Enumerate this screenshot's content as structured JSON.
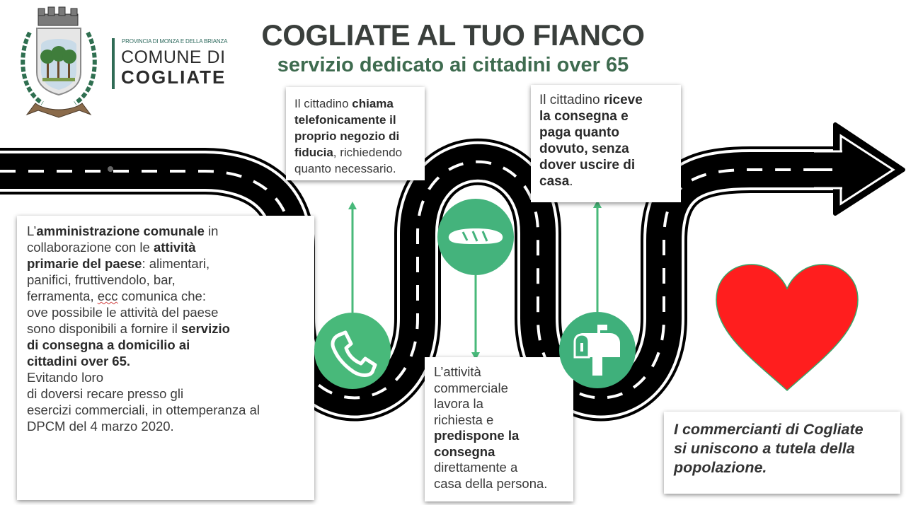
{
  "header": {
    "title": "COGLIATE AL TUO FIANCO",
    "subtitle": "servizio dedicato ai cittadini over 65"
  },
  "logo": {
    "province": "PROVINCIA DI MONZA E DELLA BRIANZA",
    "comune": "COMUNE DI",
    "city": "COGLIATE"
  },
  "cards": {
    "left": {
      "l1a": "L’",
      "l1b": "amministrazione comunale",
      "l1c": " in",
      "l2a": "collaborazione con le ",
      "l2b": "attività",
      "l3a": "primarie del paese",
      "l3b": ": alimentari,",
      "l4": "panifici, fruttivendolo, bar,",
      "l5a": "ferramenta, ",
      "l5b": "ecc",
      "l5c": " comunica che:",
      "l6": "ove possibile le attività del paese",
      "l7a": "sono disponibili a fornire il ",
      "l7b": "servizio",
      "l8": "di consegna a domicilio ai",
      "l9": "cittadini over 65.",
      "l10": "Evitando loro",
      "l11": "di doversi recare presso gli",
      "l12": "esercizi commerciali, in ottemperanza al",
      "l13": "DPCM del 4 marzo 2020."
    },
    "top": {
      "l1a": "Il cittadino ",
      "l1b": "chiama",
      "l2": "telefonicamente il",
      "l3": "proprio negozio di",
      "l4a": "fiducia",
      "l4b": ", richiedendo",
      "l5": "quanto necessario."
    },
    "top_right": {
      "l1a": "Il cittadino ",
      "l1b": "riceve",
      "l2": "la consegna e",
      "l3": "paga quanto",
      "l4": "dovuto, senza",
      "l5": "dover uscire di",
      "l6a": "casa",
      "l6b": "."
    },
    "bottom": {
      "l1": "L’attività",
      "l2": "commerciale",
      "l3": "lavora la",
      "l4": "richiesta e",
      "l5": "predispone la",
      "l6": "consegna",
      "l7": "direttamente a",
      "l8": "casa della persona."
    },
    "right": {
      "l1": "I commercianti di Cogliate",
      "l2": "si uniscono a tutela della",
      "l3": "popolazione."
    }
  },
  "icons": {
    "phone": "phone-icon",
    "bread": "bread-icon",
    "mailbox": "mailbox-icon",
    "heart": "heart-icon",
    "crest": "coat-of-arms-icon"
  },
  "colors": {
    "green": "#48b97a",
    "road": "#000000",
    "heart": "#ff1e1e",
    "title": "#3a3f3c",
    "subtitle": "#3e6b4f"
  }
}
